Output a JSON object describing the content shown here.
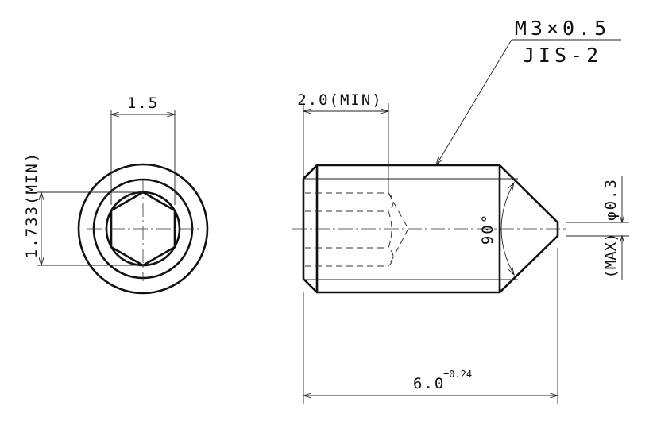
{
  "drawing": {
    "thread_spec": "M3×0.5",
    "thread_standard": "JIS-2",
    "hex_across_flats": "1.5",
    "hex_across_corners": "1.733(MIN)",
    "socket_depth": "2.0(MIN)",
    "cone_angle": "90°",
    "tip_diameter": "φ0.3",
    "tip_diameter_note": "(MAX)",
    "overall_length": "6.0",
    "overall_length_tolerance": "±0.24"
  }
}
